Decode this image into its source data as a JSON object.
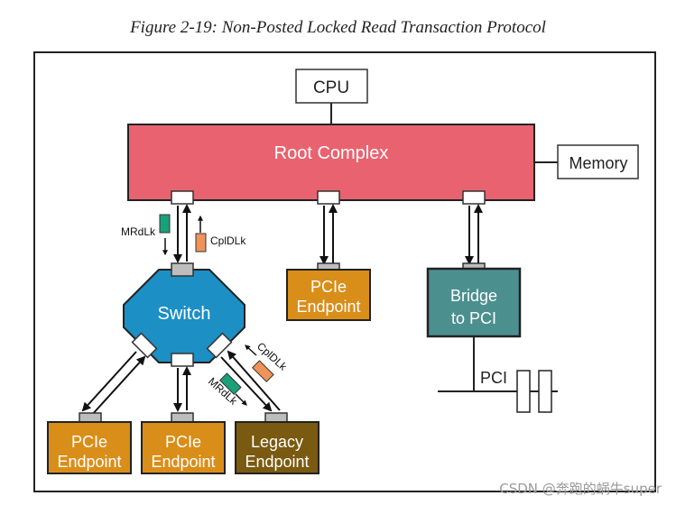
{
  "caption": "Figure 2-19: Non-Posted Locked Read Transaction Protocol",
  "nodes": {
    "cpu": "CPU",
    "root_complex": "Root Complex",
    "memory": "Memory",
    "switch": "Switch",
    "pcie_endpoint_line1": "PCIe",
    "pcie_endpoint_line2": "Endpoint",
    "bridge_line1": "Bridge",
    "bridge_line2": "to PCI",
    "legacy_line1": "Legacy",
    "legacy_line2": "Endpoint",
    "pci_bus": "PCI"
  },
  "packets": {
    "mrdlk": "MRdLk",
    "cpldlk": "CplDLk"
  },
  "colors": {
    "root_complex": "#e8636f",
    "switch": "#1c8fc4",
    "endpoint": "#d98e1a",
    "legacy": "#7a5a10",
    "bridge": "#4c8f8f",
    "mrdlk_packet": "#1aa07a",
    "cpldlk_packet": "#f0935a",
    "port": "#bdbdbd"
  },
  "watermark": "CSDN @奔跑的蜗牛super"
}
